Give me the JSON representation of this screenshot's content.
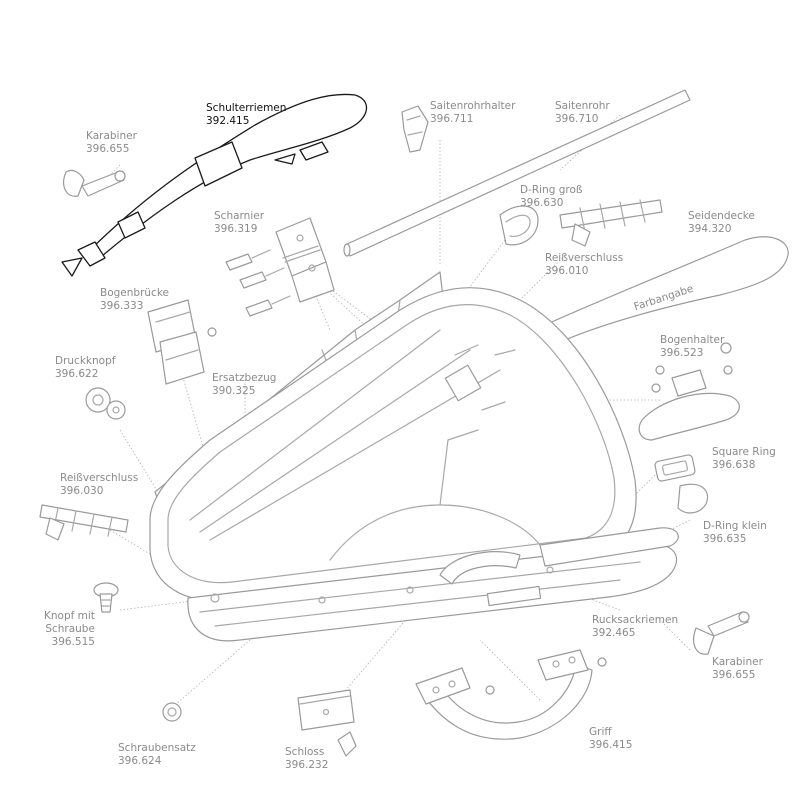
{
  "parts": [
    {
      "id": "schulterriemen",
      "name": "Schulterriemen",
      "number": "392.415",
      "highlight": true
    },
    {
      "id": "saitenrohrhalter",
      "name": "Saitenrohrhalter",
      "number": "396.711"
    },
    {
      "id": "saitenrohr",
      "name": "Saitenrohr",
      "number": "396.710"
    },
    {
      "id": "karabiner-top",
      "name": "Karabiner",
      "number": "396.655"
    },
    {
      "id": "d-ring-gross",
      "name": "D-Ring groß",
      "number": "396.630"
    },
    {
      "id": "scharnier",
      "name": "Scharnier",
      "number": "396.319"
    },
    {
      "id": "seidendecke",
      "name": "Seidendecke",
      "number": "394.320"
    },
    {
      "id": "reissverschluss-top",
      "name": "Reißverschluss",
      "number": "396.010"
    },
    {
      "id": "bogenbruecke",
      "name": "Bogenbrücke",
      "number": "396.333"
    },
    {
      "id": "bogenhalter",
      "name": "Bogenhalter",
      "number": "396.523"
    },
    {
      "id": "druckknopf",
      "name": "Druckknopf",
      "number": "396.622"
    },
    {
      "id": "ersatzbezug",
      "name": "Ersatzbezug",
      "number": "390.325"
    },
    {
      "id": "square-ring",
      "name": "Square Ring",
      "number": "396.638"
    },
    {
      "id": "reissverschluss-left",
      "name": "Reißverschluss",
      "number": "396.030"
    },
    {
      "id": "d-ring-klein",
      "name": "D-Ring klein",
      "number": "396.635"
    },
    {
      "id": "knopf-mit-schraube",
      "name": "Knopf mit\nSchraube",
      "number": "396.515"
    },
    {
      "id": "rucksackriemen",
      "name": "Rucksackriemen",
      "number": "392.465"
    },
    {
      "id": "karabiner-bottom",
      "name": "Karabiner",
      "number": "396.655"
    },
    {
      "id": "griff",
      "name": "Griff",
      "number": "396.415"
    },
    {
      "id": "schraubensatz",
      "name": "Schraubensatz",
      "number": "396.624"
    },
    {
      "id": "schloss",
      "name": "Schloss",
      "number": "396.232"
    }
  ],
  "cover_print": "Farbangabe"
}
